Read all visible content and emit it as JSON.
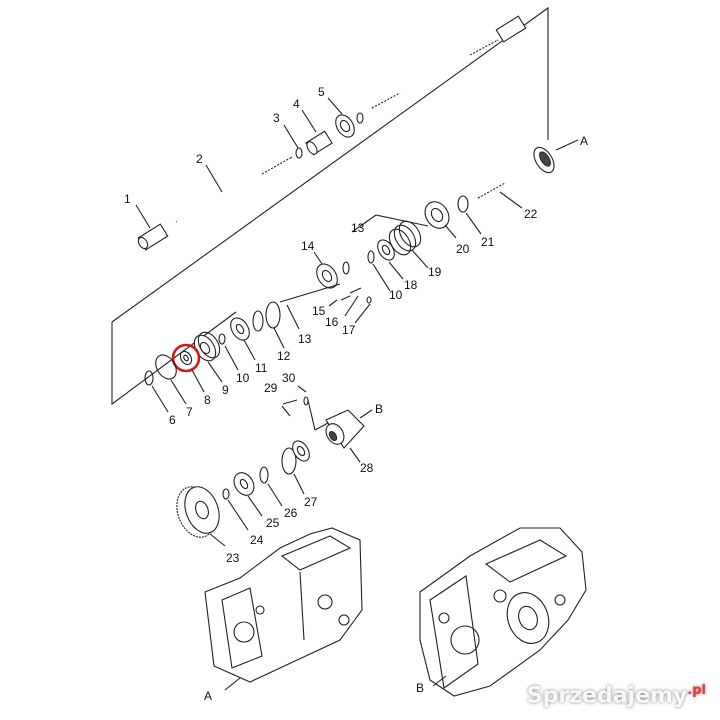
{
  "diagram": {
    "part_numbers": [
      "1",
      "2",
      "3",
      "4",
      "5",
      "6",
      "7",
      "8",
      "9",
      "10",
      "11",
      "12",
      "13",
      "13",
      "14",
      "15",
      "16",
      "17",
      "10",
      "18",
      "19",
      "20",
      "21",
      "22",
      "23",
      "24",
      "25",
      "26",
      "27",
      "28",
      "29",
      "30"
    ],
    "reference_labels": [
      "A",
      "B",
      "A",
      "B"
    ],
    "highlighted_part": "8",
    "highlight_color": "#d41818"
  },
  "watermark": {
    "text": "Sprzedajemy",
    "suffix": ".pl"
  }
}
